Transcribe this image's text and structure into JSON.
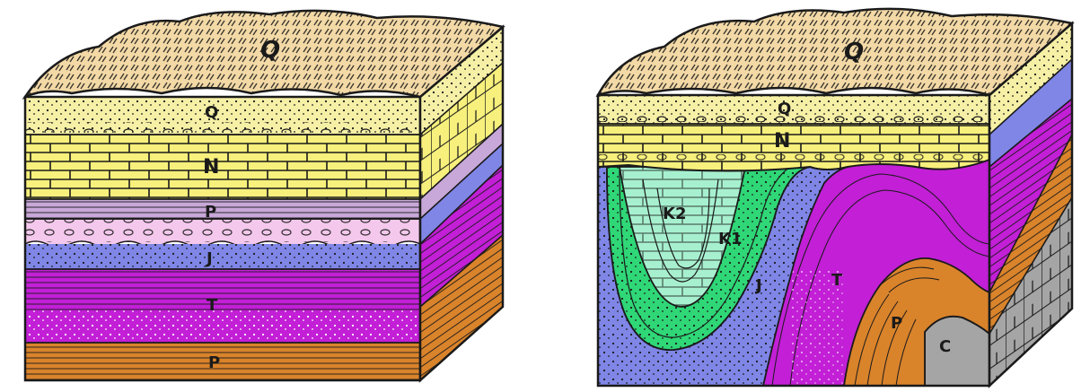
{
  "colors": {
    "topsoil": "#f3d9a6",
    "quaternary": "#f6f0a6",
    "neogene": "#f7f07c",
    "paleogene_violet": "#c8a8d8",
    "paleogene_pink": "#f4c8ec",
    "jurassic": "#7f86e6",
    "triassic": "#c21fd6",
    "permian": "#d9832b",
    "cretaceous_green": "#2fd777",
    "cretaceous_light": "#a7f0cf",
    "carboniferous": "#a5a5a5",
    "outline": "#1a1a1a"
  },
  "left_block": {
    "labels": {
      "top": "Q",
      "q": "Q",
      "n": "N",
      "p": "P",
      "j": "J",
      "t": "T",
      "perm": "P"
    }
  },
  "right_block": {
    "labels": {
      "top": "Q",
      "q": "Q",
      "n": "N",
      "k2": "K2",
      "k1": "K1",
      "j": "J",
      "t": "T",
      "p": "P",
      "c": "C"
    }
  }
}
